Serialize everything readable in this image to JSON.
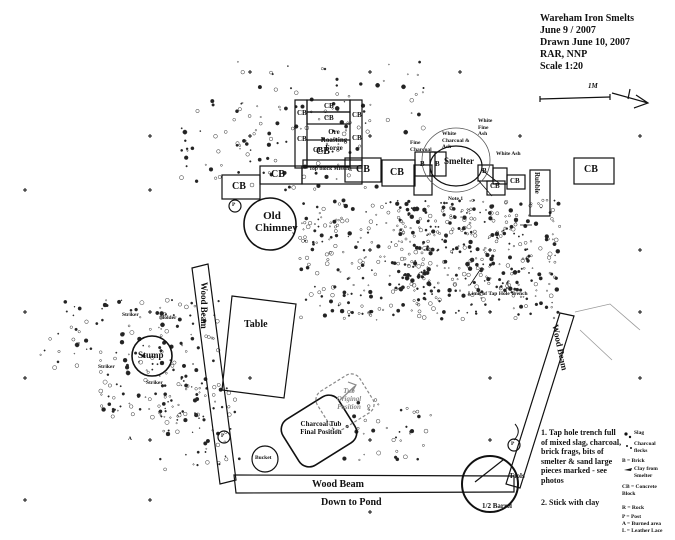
{
  "header": {
    "title": "Wareham Iron Smelts",
    "date": "June 9 / 2007",
    "drawn": "Drawn June 10, 2007",
    "authors": "RAR, NNP",
    "scale": "Scale 1:20",
    "scale_bar_label": "1M"
  },
  "features": {
    "old_chimney": "Old Chimney",
    "smelter": "Smelter",
    "ore_roasting_forge": "Ore Roasting Forge",
    "stump": "Stump",
    "table": "Table",
    "bucket": "Bucket",
    "charcoal_tub_final": "Charcoal Tub Final Position",
    "tub_original": "Tub Original Position",
    "tools": "Tools",
    "half_barrel": "1/2 Barrel",
    "wood_beam": "Wood Beam",
    "down_to_pond": "Down to Pond",
    "note_1": "Note 1",
    "limit_trench": "Limit of Tap Hole Trench",
    "top_block_missing": "Top block Missing",
    "fine_charcoal": "Fine Charcoal",
    "white_charcoal_ash": "White Charcoal & Ash",
    "white_fine_ash": "White Fine Ash",
    "white_ash": "White Ash",
    "rubble": "Rubble",
    "striker": "Striker",
    "holder": "Holder",
    "cb": "CB",
    "b": "B",
    "p": "P",
    "a": "A"
  },
  "notes": {
    "note1": "1. Tap hole trench full of mixed slag, charcoal, brick frags, bits of smelter & sand large pieces marked - see photos",
    "note2": "2. Stick with clay"
  },
  "legend": {
    "slag": "Slag",
    "charcoal_flecks": "Charcoal flecks",
    "brick": "B = Brick",
    "clay": "Clay from Smelter",
    "cb": "CB = Concrete Block",
    "rock": "R = Rock",
    "post": "P = Post",
    "burned": "A = Burned area",
    "leather": "L = Leather Lace"
  }
}
